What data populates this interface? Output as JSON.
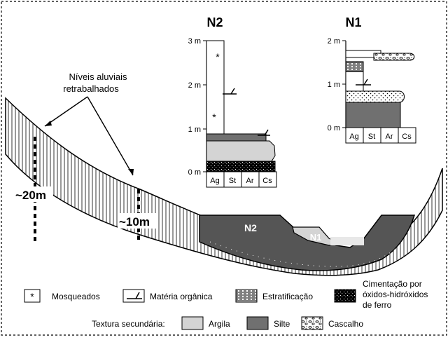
{
  "profile_titles": {
    "n2": "N2",
    "n1": "N1"
  },
  "n2_depth_ticks": [
    "3 m",
    "2 m",
    "1 m",
    "0 m"
  ],
  "n1_depth_ticks": [
    "2 m",
    "1 m",
    "0 m"
  ],
  "grain_axis": [
    "Ag",
    "St",
    "Ar",
    "Cs"
  ],
  "callout_label": [
    "Níveis aluviais",
    "retrabalhados"
  ],
  "depth_labels": {
    "deep": "~20m",
    "shallow": "~10m"
  },
  "terrace_labels": {
    "n2": "N2",
    "n1": "N1"
  },
  "legend": {
    "mosqueados": "Mosqueados",
    "materia_organica": "Matéria orgânica",
    "estratificacao": "Estratificação",
    "cimentacao": [
      "Cimentação por",
      "óxidos-hidróxidos",
      "de ferro"
    ],
    "textura_label": "Textura secundária:",
    "argila": "Argila",
    "silte": "Silte",
    "cascalho": "Cascalho"
  },
  "colors": {
    "argila": "#d4d4d4",
    "silte": "#707070",
    "terrace_fill": "#555555"
  }
}
